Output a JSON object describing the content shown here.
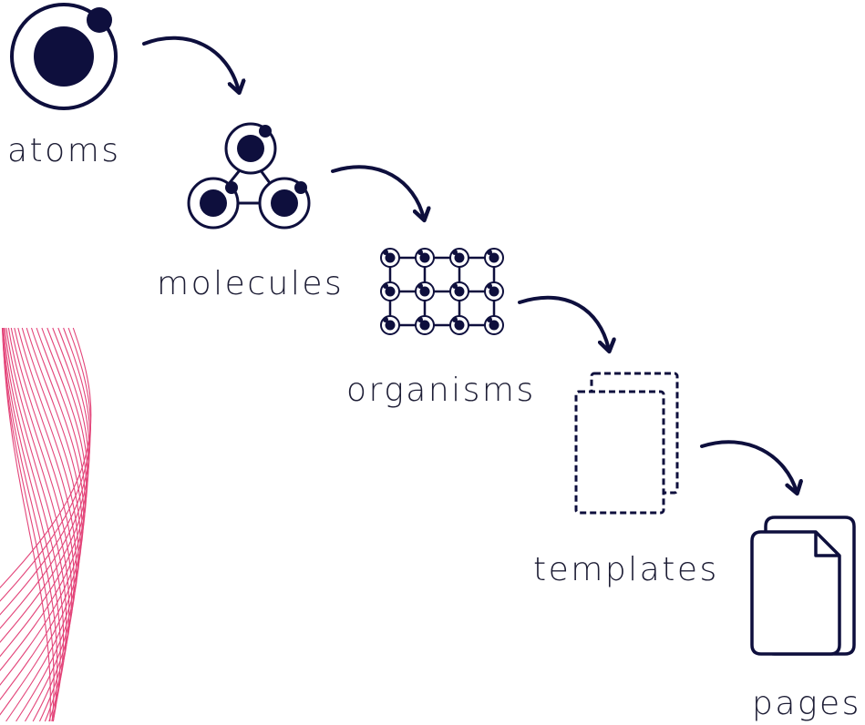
{
  "stages": [
    {
      "id": "atoms",
      "label": "atoms",
      "icon": "atom-icon"
    },
    {
      "id": "molecules",
      "label": "molecules",
      "icon": "molecule-icon"
    },
    {
      "id": "organisms",
      "label": "organisms",
      "icon": "organism-grid-icon"
    },
    {
      "id": "templates",
      "label": "templates",
      "icon": "dashed-pages-icon"
    },
    {
      "id": "pages",
      "label": "pages",
      "icon": "documents-icon"
    }
  ],
  "colors": {
    "ink": "#0e0f3d",
    "accent": "#e0306b",
    "label": "#1d1d35"
  }
}
